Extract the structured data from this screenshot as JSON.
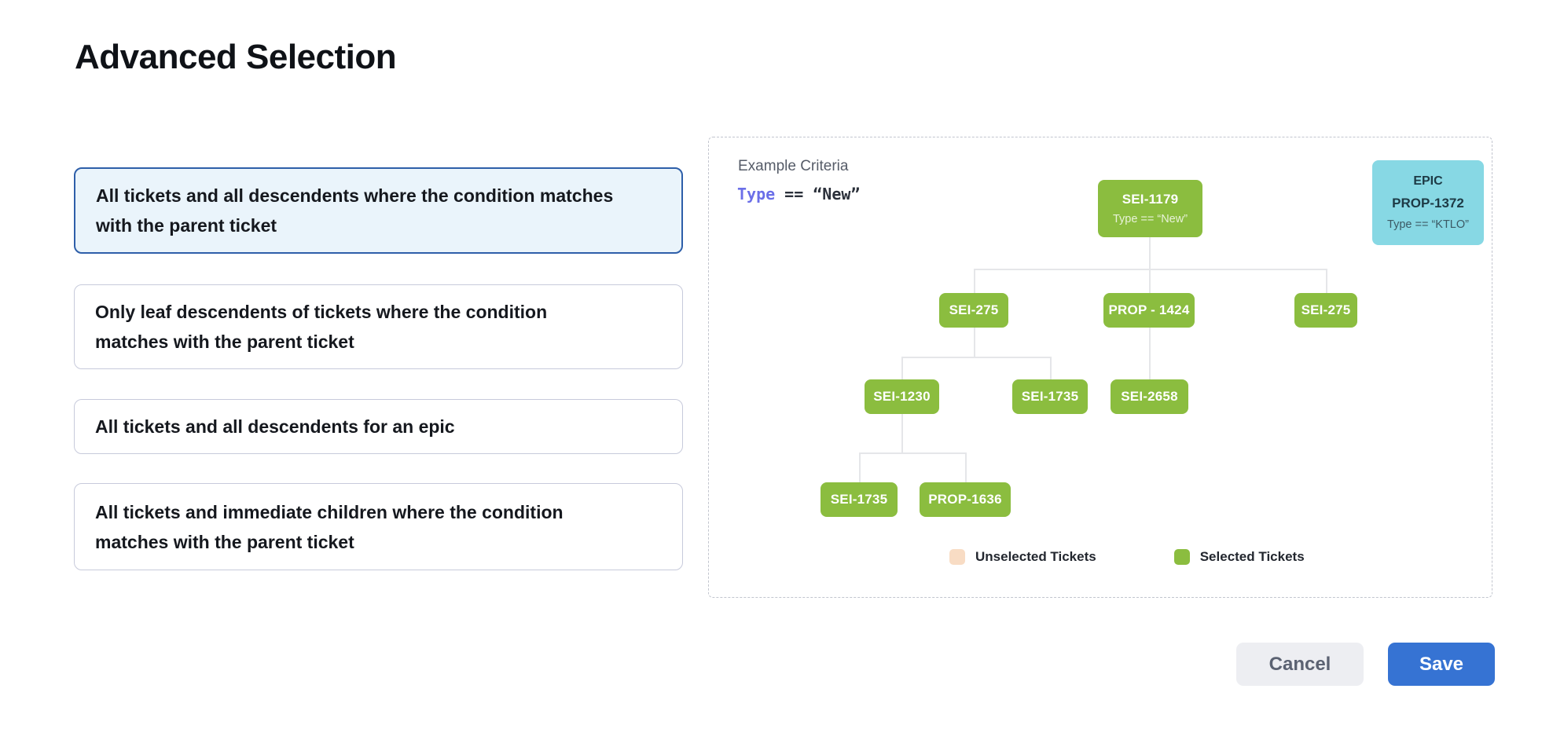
{
  "page": {
    "title": "Advanced Selection"
  },
  "options": {
    "items": [
      {
        "label": "All tickets and all descendents where the condition matches with the parent ticket",
        "selected": true
      },
      {
        "label": "Only leaf descendents of tickets where the condition matches with the parent ticket",
        "selected": false
      },
      {
        "label": "All tickets and all descendents for an epic",
        "selected": false
      },
      {
        "label": "All tickets and immediate children where the condition matches with the parent ticket",
        "selected": false
      }
    ]
  },
  "panel": {
    "criteria_label": "Example Criteria",
    "criteria": {
      "field": "Type",
      "operator": "==",
      "value": "“New”"
    },
    "epic_card": {
      "kind": "EPIC",
      "id": "PROP-1372",
      "condition": "Type == “KTLO”"
    },
    "tree": {
      "root": {
        "label": "SEI-1179",
        "condition": "Type == “New”"
      },
      "level2": [
        "SEI-275",
        "PROP - 1424",
        "SEI-275"
      ],
      "level3": [
        "SEI-1230",
        "SEI-1735",
        "SEI-2658"
      ],
      "level4": [
        "SEI-1735",
        "PROP-1636"
      ]
    },
    "legend": [
      {
        "label": "Unselected Tickets",
        "color": "#F8DCC4"
      },
      {
        "label": "Selected Tickets",
        "color": "#8BBD3F"
      }
    ]
  },
  "footer": {
    "cancel_label": "Cancel",
    "save_label": "Save"
  },
  "colors": {
    "selected_green": "#8BBD3F",
    "unselected_peach": "#F8DCC4",
    "epic_cyan": "#87D8E4",
    "accent_blue": "#3673D3",
    "selected_card_border": "#2E5FA9",
    "selected_card_bg": "#EAF4FB",
    "criteria_field_purple": "#6B6FE8"
  }
}
